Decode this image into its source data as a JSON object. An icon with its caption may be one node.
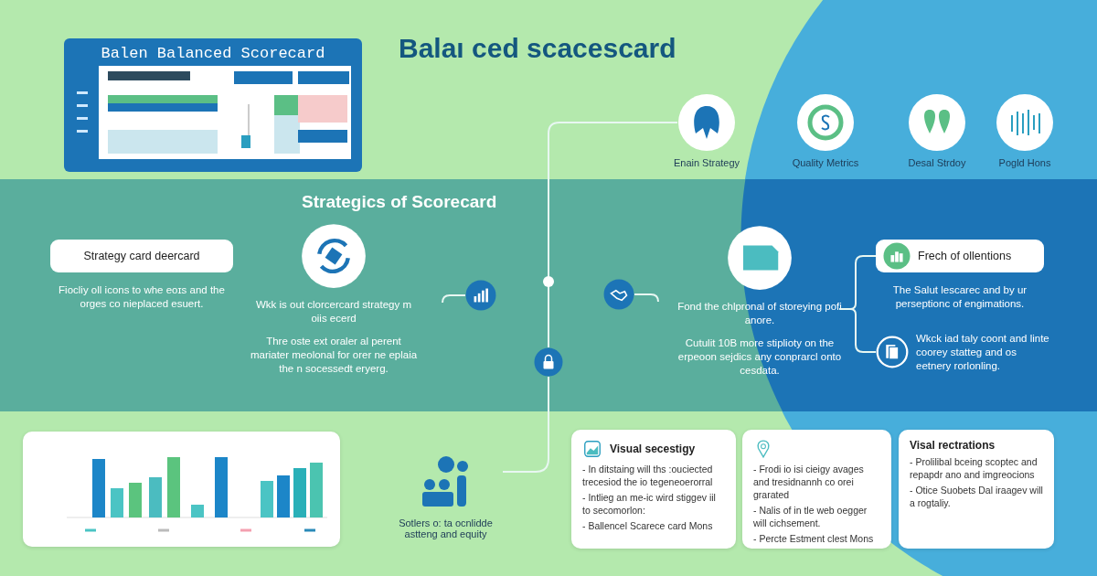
{
  "diagram": {
    "title": "Balaı ced scacescard",
    "nodes": [
      {
        "text": [
          "Balen Balanced Scorecard"
        ]
      },
      {
        "text": [
          "Enain Strategy"
        ]
      },
      {
        "text": [
          "Quality Metrics"
        ]
      },
      {
        "text": [
          "Desal Strdoy"
        ]
      },
      {
        "text": [
          "Pogld Hons"
        ]
      },
      {
        "text": [
          "Strategics of Scorecard"
        ]
      },
      {
        "text": [
          "Strategy card deercard"
        ],
        "in": 5,
        "beside": [
          "Fiocliy oll icons to whe eoɪs and the orges co nieplaced esuert."
        ]
      },
      {
        "text": [],
        "shape": "circle",
        "in": 5,
        "beside": [
          "Wkk is out clorcercard strategy m oiis ecerd",
          "Thre oste ext oraler al perent mariater meolonal for orer ne eplaia the n socessedt eryerg."
        ]
      },
      {
        "text": [],
        "shape": "circle",
        "in": 5
      },
      {
        "text": [],
        "shape": "circle",
        "in": 5
      },
      {
        "text": [],
        "shape": "circle",
        "in": 5
      },
      {
        "text": [],
        "shape": "circle",
        "in": 5,
        "beside": [
          "Fond the chlpronal of storeying pofi anore.",
          "Cutulit 10B more stiplioty on the erpeoon sejdics any conprarcl onto cesdata."
        ]
      },
      {
        "text": [
          "Frech of ollentions"
        ],
        "in": 5,
        "beside": [
          "The Salut lescarec and by ur perseptionc of engimations."
        ]
      },
      {
        "text": [],
        "shape": "circle",
        "in": 5,
        "beside": [
          "Wkck iad taly coont and linte coorey statteg and os eetnery rorlonling."
        ]
      },
      {
        "text": [],
        "shape": "picture"
      },
      {
        "text": [],
        "shape": "picture",
        "beside": [
          "Sotlers o: ta ocnlidde astteng and equity"
        ]
      },
      {
        "text": [
          "Visual secestigy",
          "- In ditstaing will ths :ouciected trecesiod the io tegeneoerorral",
          "- Intlieg an me-ic wird stiggev iil to secomorlon:",
          "- Ballencel Scarece card Mons"
        ]
      },
      {
        "text": [
          "- Frodi io isi cieigy avages and tresidnannh co orei grarated",
          "- Nalis of in tle web oegger will cichsement.",
          "- Percte Estment clest Mons"
        ]
      },
      {
        "text": [
          "Visal rectrations",
          "- Prolilibal bceing scoptec and repapdr ano and imgreocions",
          "- Otice Suobets Dal iraagev will a rogtaliy."
        ]
      }
    ],
    "edges": [
      {
        "from": 1,
        "to": 9,
        "arrow": "none"
      },
      {
        "from": 9,
        "to": 15,
        "arrow": "none"
      },
      {
        "from": 11,
        "to": 12,
        "arrow": "none"
      },
      {
        "from": 11,
        "to": 13,
        "arrow": "none"
      }
    ]
  }
}
